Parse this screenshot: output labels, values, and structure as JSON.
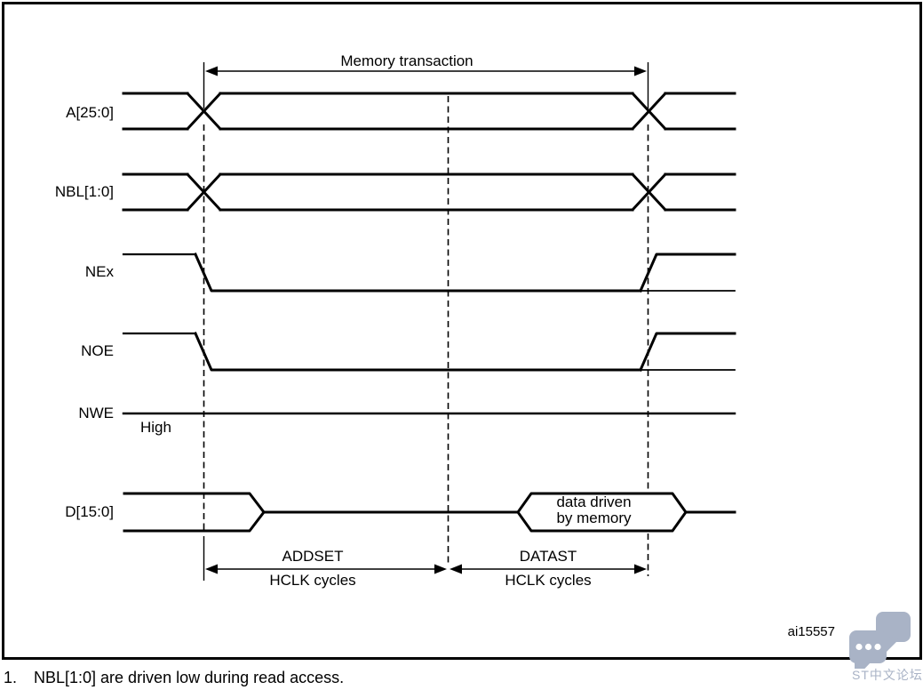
{
  "diagram": {
    "title_annotation": "Memory transaction",
    "signals": {
      "a": "A[25:0]",
      "nbl": "NBL[1:0]",
      "nex": "NEx",
      "noe": "NOE",
      "nwe": "NWE",
      "d": "D[15:0]"
    },
    "nwe_state": "High",
    "data_bus_note_line1": "data driven",
    "data_bus_note_line2": "by memory",
    "timing": {
      "addset_name": "ADDSET",
      "addset_unit": "HCLK cycles",
      "datast_name": "DATAST",
      "datast_unit": "HCLK cycles"
    },
    "figure_id": "ai15557"
  },
  "watermark": {
    "text": "ST中文论坛",
    "color": "#a9b3c6"
  },
  "footnote": {
    "number": "1.",
    "text": "NBL[1:0] are driven low during read access."
  }
}
